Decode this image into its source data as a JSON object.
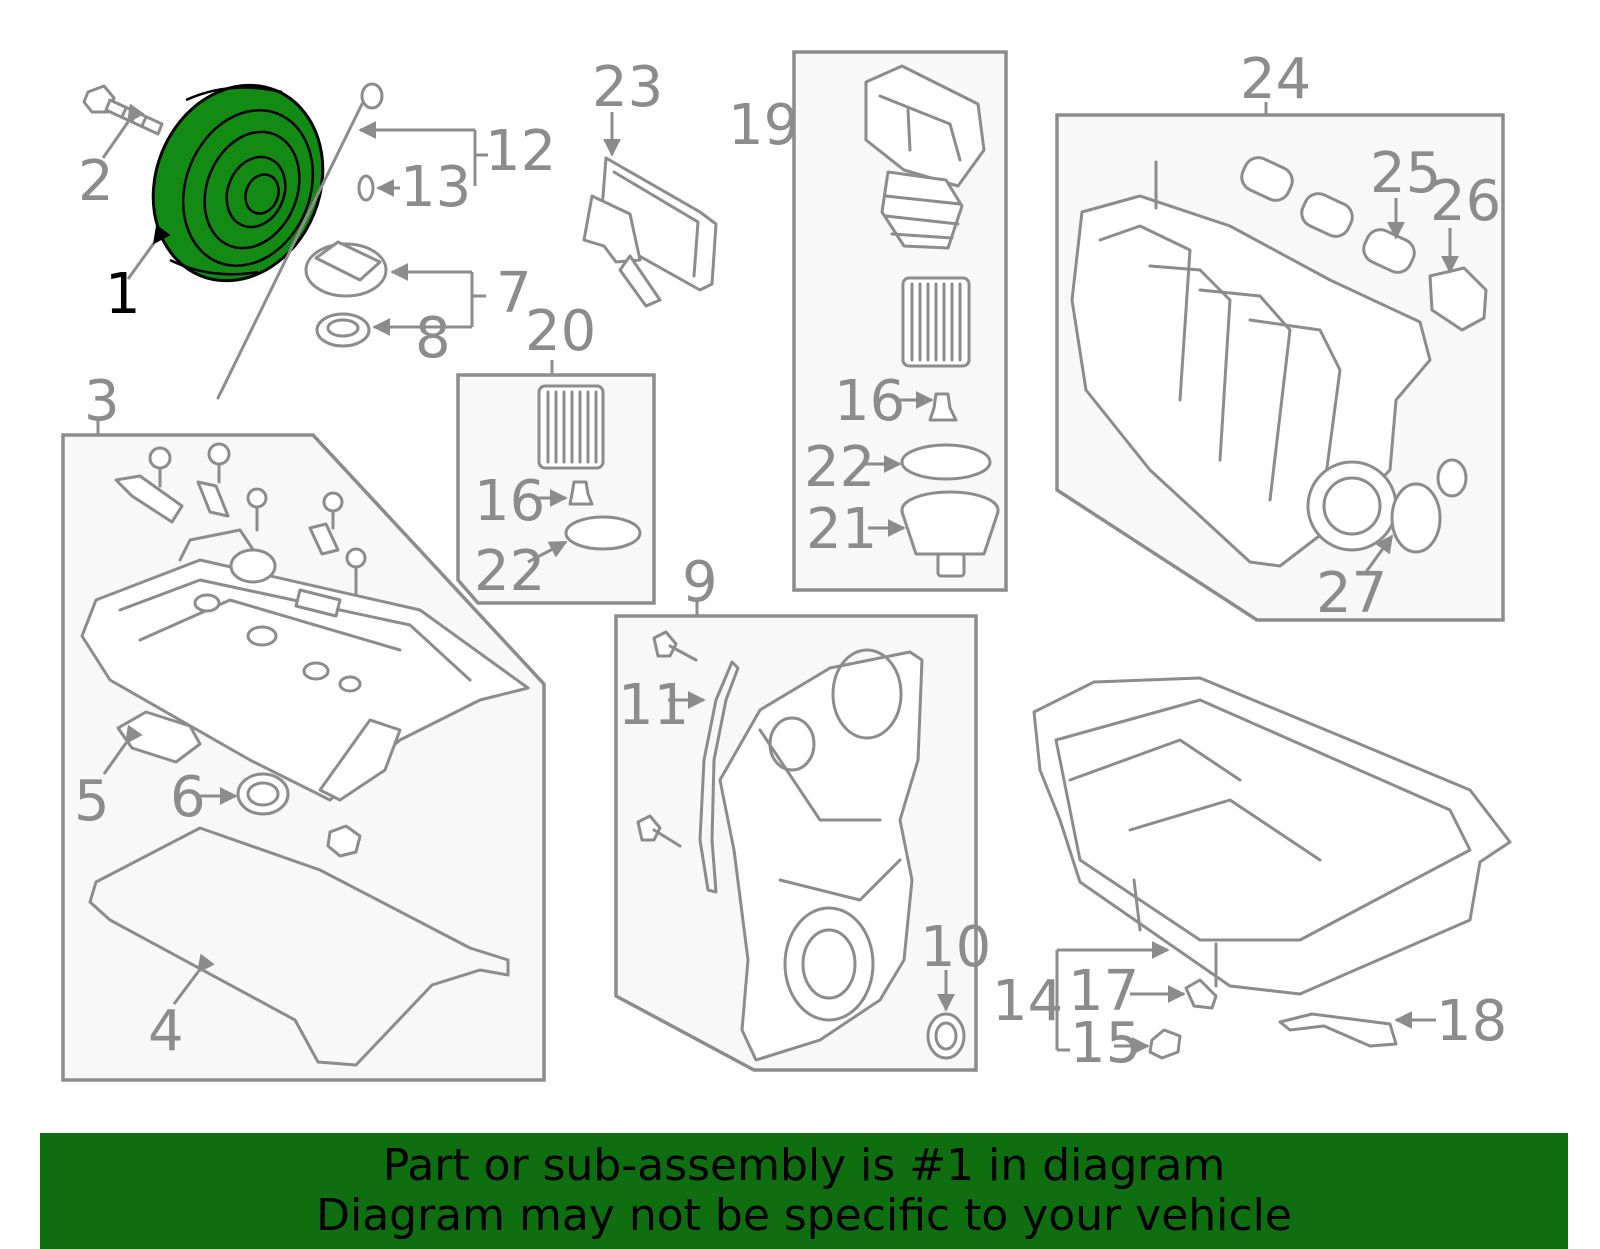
{
  "callouts": {
    "c1": "1",
    "c2": "2",
    "c3": "3",
    "c4": "4",
    "c5": "5",
    "c6": "6",
    "c7": "7",
    "c8": "8",
    "c9": "9",
    "c10": "10",
    "c11": "11",
    "c12": "12",
    "c13": "13",
    "c14": "14",
    "c15": "15",
    "c16a": "16",
    "c16b": "16",
    "c17": "17",
    "c18": "18",
    "c19": "19",
    "c20": "20",
    "c21": "21",
    "c22a": "22",
    "c22b": "22",
    "c23": "23",
    "c24": "24",
    "c25": "25",
    "c26": "26",
    "c27": "27"
  },
  "highlighted_part": "1",
  "colors": {
    "highlight": "#138a13",
    "banner": "#0f6e0f",
    "linework": "#8c8c8c"
  },
  "banner": {
    "line1": "Part or sub-assembly is #1 in diagram",
    "line2": "Diagram may not be specific to your vehicle"
  }
}
